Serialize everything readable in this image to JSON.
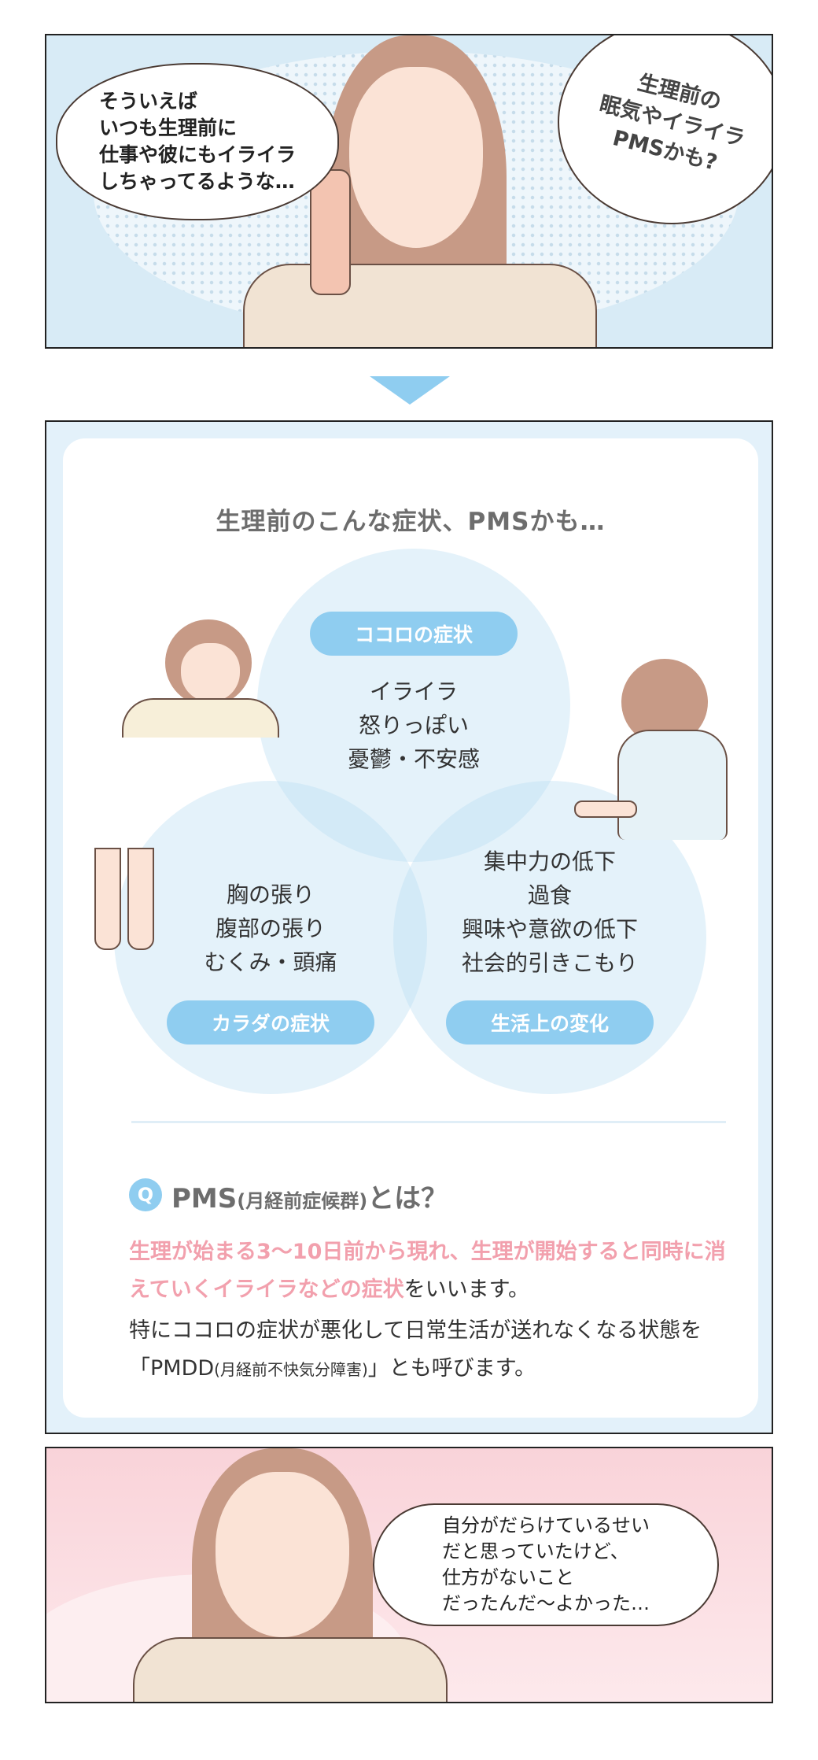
{
  "panel1": {
    "thought_bubble": "そういえば\nいつも生理前に\n仕事や彼にもイライラ\nしちゃってるような…",
    "speech_bubble": "生理前の\n眠気やイライラ\nPMSかも?"
  },
  "info": {
    "title": "生理前のこんな症状、PMSかも…",
    "groups": [
      {
        "label": "ココロの症状",
        "symptoms": "イライラ\n怒りっぽい\n憂鬱・不安感"
      },
      {
        "label": "カラダの症状",
        "symptoms": "胸の張り\n腹部の張り\nむくみ・頭痛"
      },
      {
        "label": "生活上の変化",
        "symptoms": "集中力の低下\n過食\n興味や意欲の低下\n社会的引きこもり"
      }
    ],
    "q_icon": "Q",
    "q_title": "PMS",
    "q_title_paren": "(月経前症候群)",
    "q_title_suffix": "とは？",
    "answer_highlight": "生理が始まる3〜10日前から現れ、生理が開始すると同時に消えていくイライラなどの症状",
    "answer_rest": "をいいます。",
    "answer2_a": "特にココロの症状が悪化して日常生活が送れなくなる状態を「PMDD",
    "answer2_paren": "(月経前不快気分障害)",
    "answer2_b": "」とも呼びます。"
  },
  "panel3": {
    "speech_bubble": "自分がだらけているせい\nだと思っていたけど、\n仕方がないこと\nだったんだ〜よかった…"
  },
  "colors": {
    "accent_blue": "#8fcdf0",
    "highlight_pink": "#f2a0ad",
    "panel_blue": "#d8ebf6",
    "panel_pink": "#f9d3d9"
  }
}
